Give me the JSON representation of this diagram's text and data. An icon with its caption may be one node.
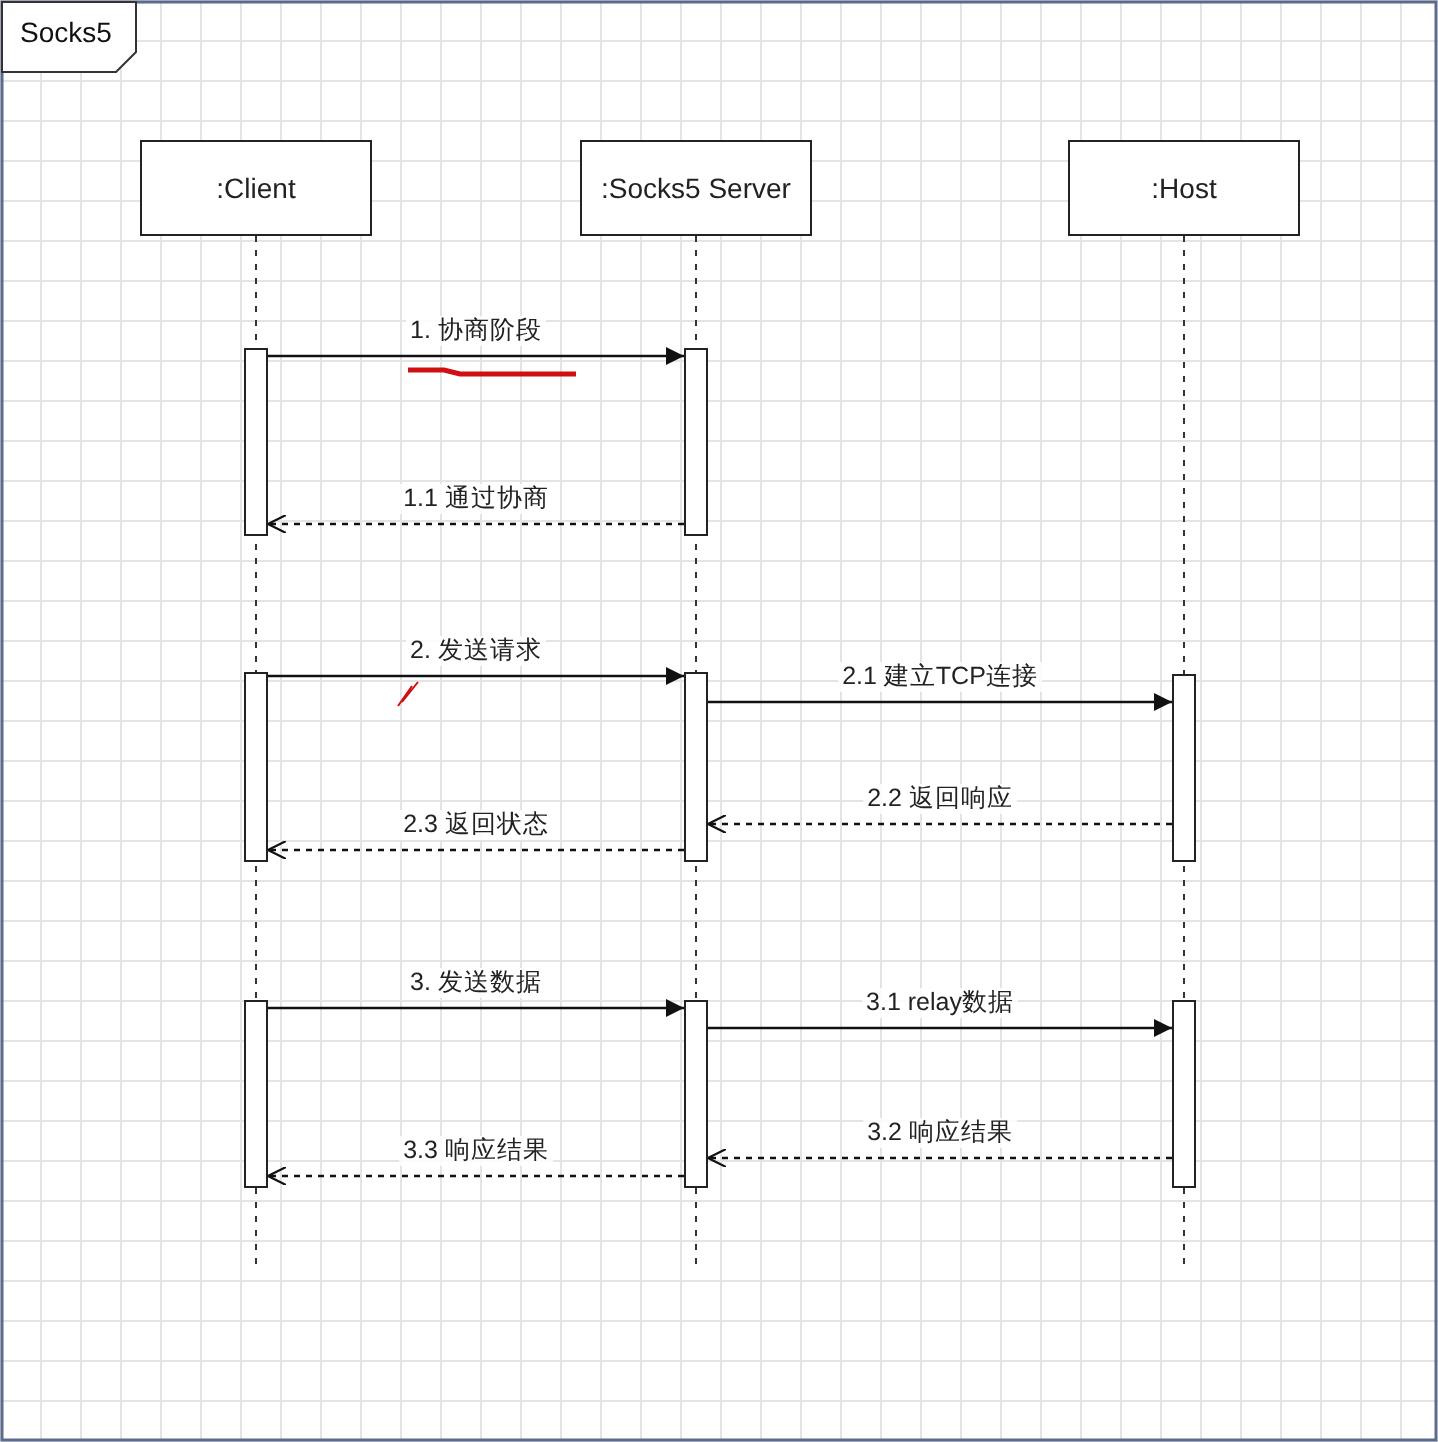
{
  "diagram": {
    "title": "Socks5",
    "nodes": [
      {
        "text": [
          ":Client"
        ]
      },
      {
        "text": [
          ":Socks5 Server"
        ]
      },
      {
        "text": [
          ":Host"
        ]
      },
      {
        "text": [],
        "shape": "bar"
      },
      {
        "text": [],
        "shape": "bar"
      },
      {
        "text": [],
        "shape": "bar"
      },
      {
        "text": [],
        "shape": "bar"
      },
      {
        "text": [],
        "shape": "bar"
      },
      {
        "text": [],
        "shape": "bar"
      },
      {
        "text": [],
        "shape": "bar"
      },
      {
        "text": [],
        "shape": "bar"
      }
    ],
    "edges": [
      {
        "from": 3,
        "to": 4,
        "arrow": "to",
        "label": "1. 协商阶段"
      },
      {
        "from": 4,
        "to": 3,
        "arrow": "to",
        "label": "1.1 通过协商",
        "style": "dashed"
      },
      {
        "from": 5,
        "to": 6,
        "arrow": "to",
        "label": "2. 发送请求"
      },
      {
        "from": 6,
        "to": 7,
        "arrow": "to",
        "label": "2.1 建立TCP连接"
      },
      {
        "from": 7,
        "to": 6,
        "arrow": "to",
        "label": "2.2 返回响应",
        "style": "dashed"
      },
      {
        "from": 6,
        "to": 5,
        "arrow": "to",
        "label": "2.3 返回状态",
        "style": "dashed"
      },
      {
        "from": 8,
        "to": 9,
        "arrow": "to",
        "label": "3. 发送数据"
      },
      {
        "from": 9,
        "to": 10,
        "arrow": "to",
        "label": "3.1 relay数据"
      },
      {
        "from": 10,
        "to": 9,
        "arrow": "to",
        "label": "3.2 响应结果",
        "style": "dashed"
      },
      {
        "from": 9,
        "to": 8,
        "arrow": "to",
        "label": "3.3 响应结果",
        "style": "dashed"
      }
    ]
  }
}
